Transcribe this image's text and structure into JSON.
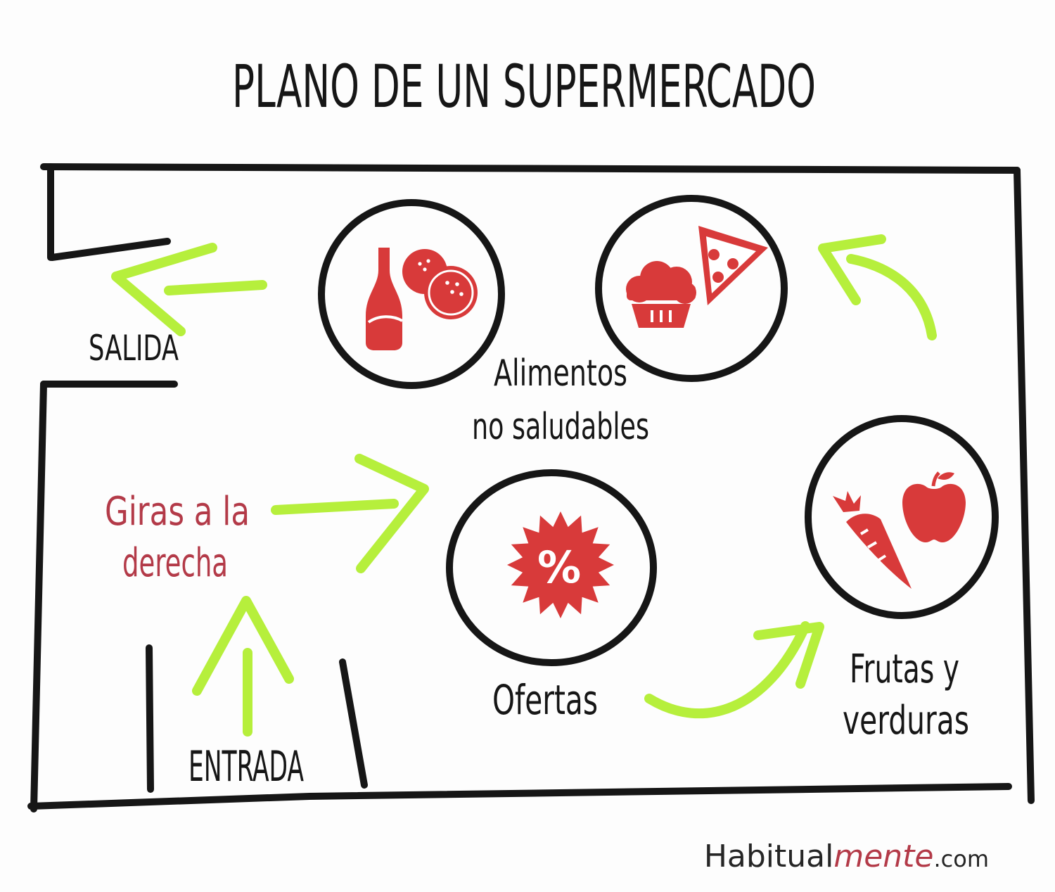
{
  "title": "PLANO DE UN SUPERMERCADO",
  "labels": {
    "salida": "SALIDA",
    "alimentos_line1": "Alimentos",
    "alimentos_line2": "no saludables",
    "giras_line1": "Giras a la",
    "giras_line2": "derecha",
    "ofertas": "Ofertas",
    "frutas_line1": "Frutas y",
    "frutas_line2": "verduras",
    "entrada": "ENTRADA",
    "discount_symbol": "%"
  },
  "brand": {
    "part1": "Habitual",
    "part2": "mente",
    "part3": ".com"
  },
  "icons": [
    "soda-bottle-icon",
    "burger-icon",
    "muffin-icon",
    "pizza-slice-icon",
    "discount-badge-icon",
    "carrot-icon",
    "apple-icon"
  ],
  "colors": {
    "ink": "#161616",
    "arrow": "#b6ef3c",
    "icon_red": "#d83a3a",
    "accent_text": "#b33a48",
    "brand_accent": "#b33a48"
  }
}
